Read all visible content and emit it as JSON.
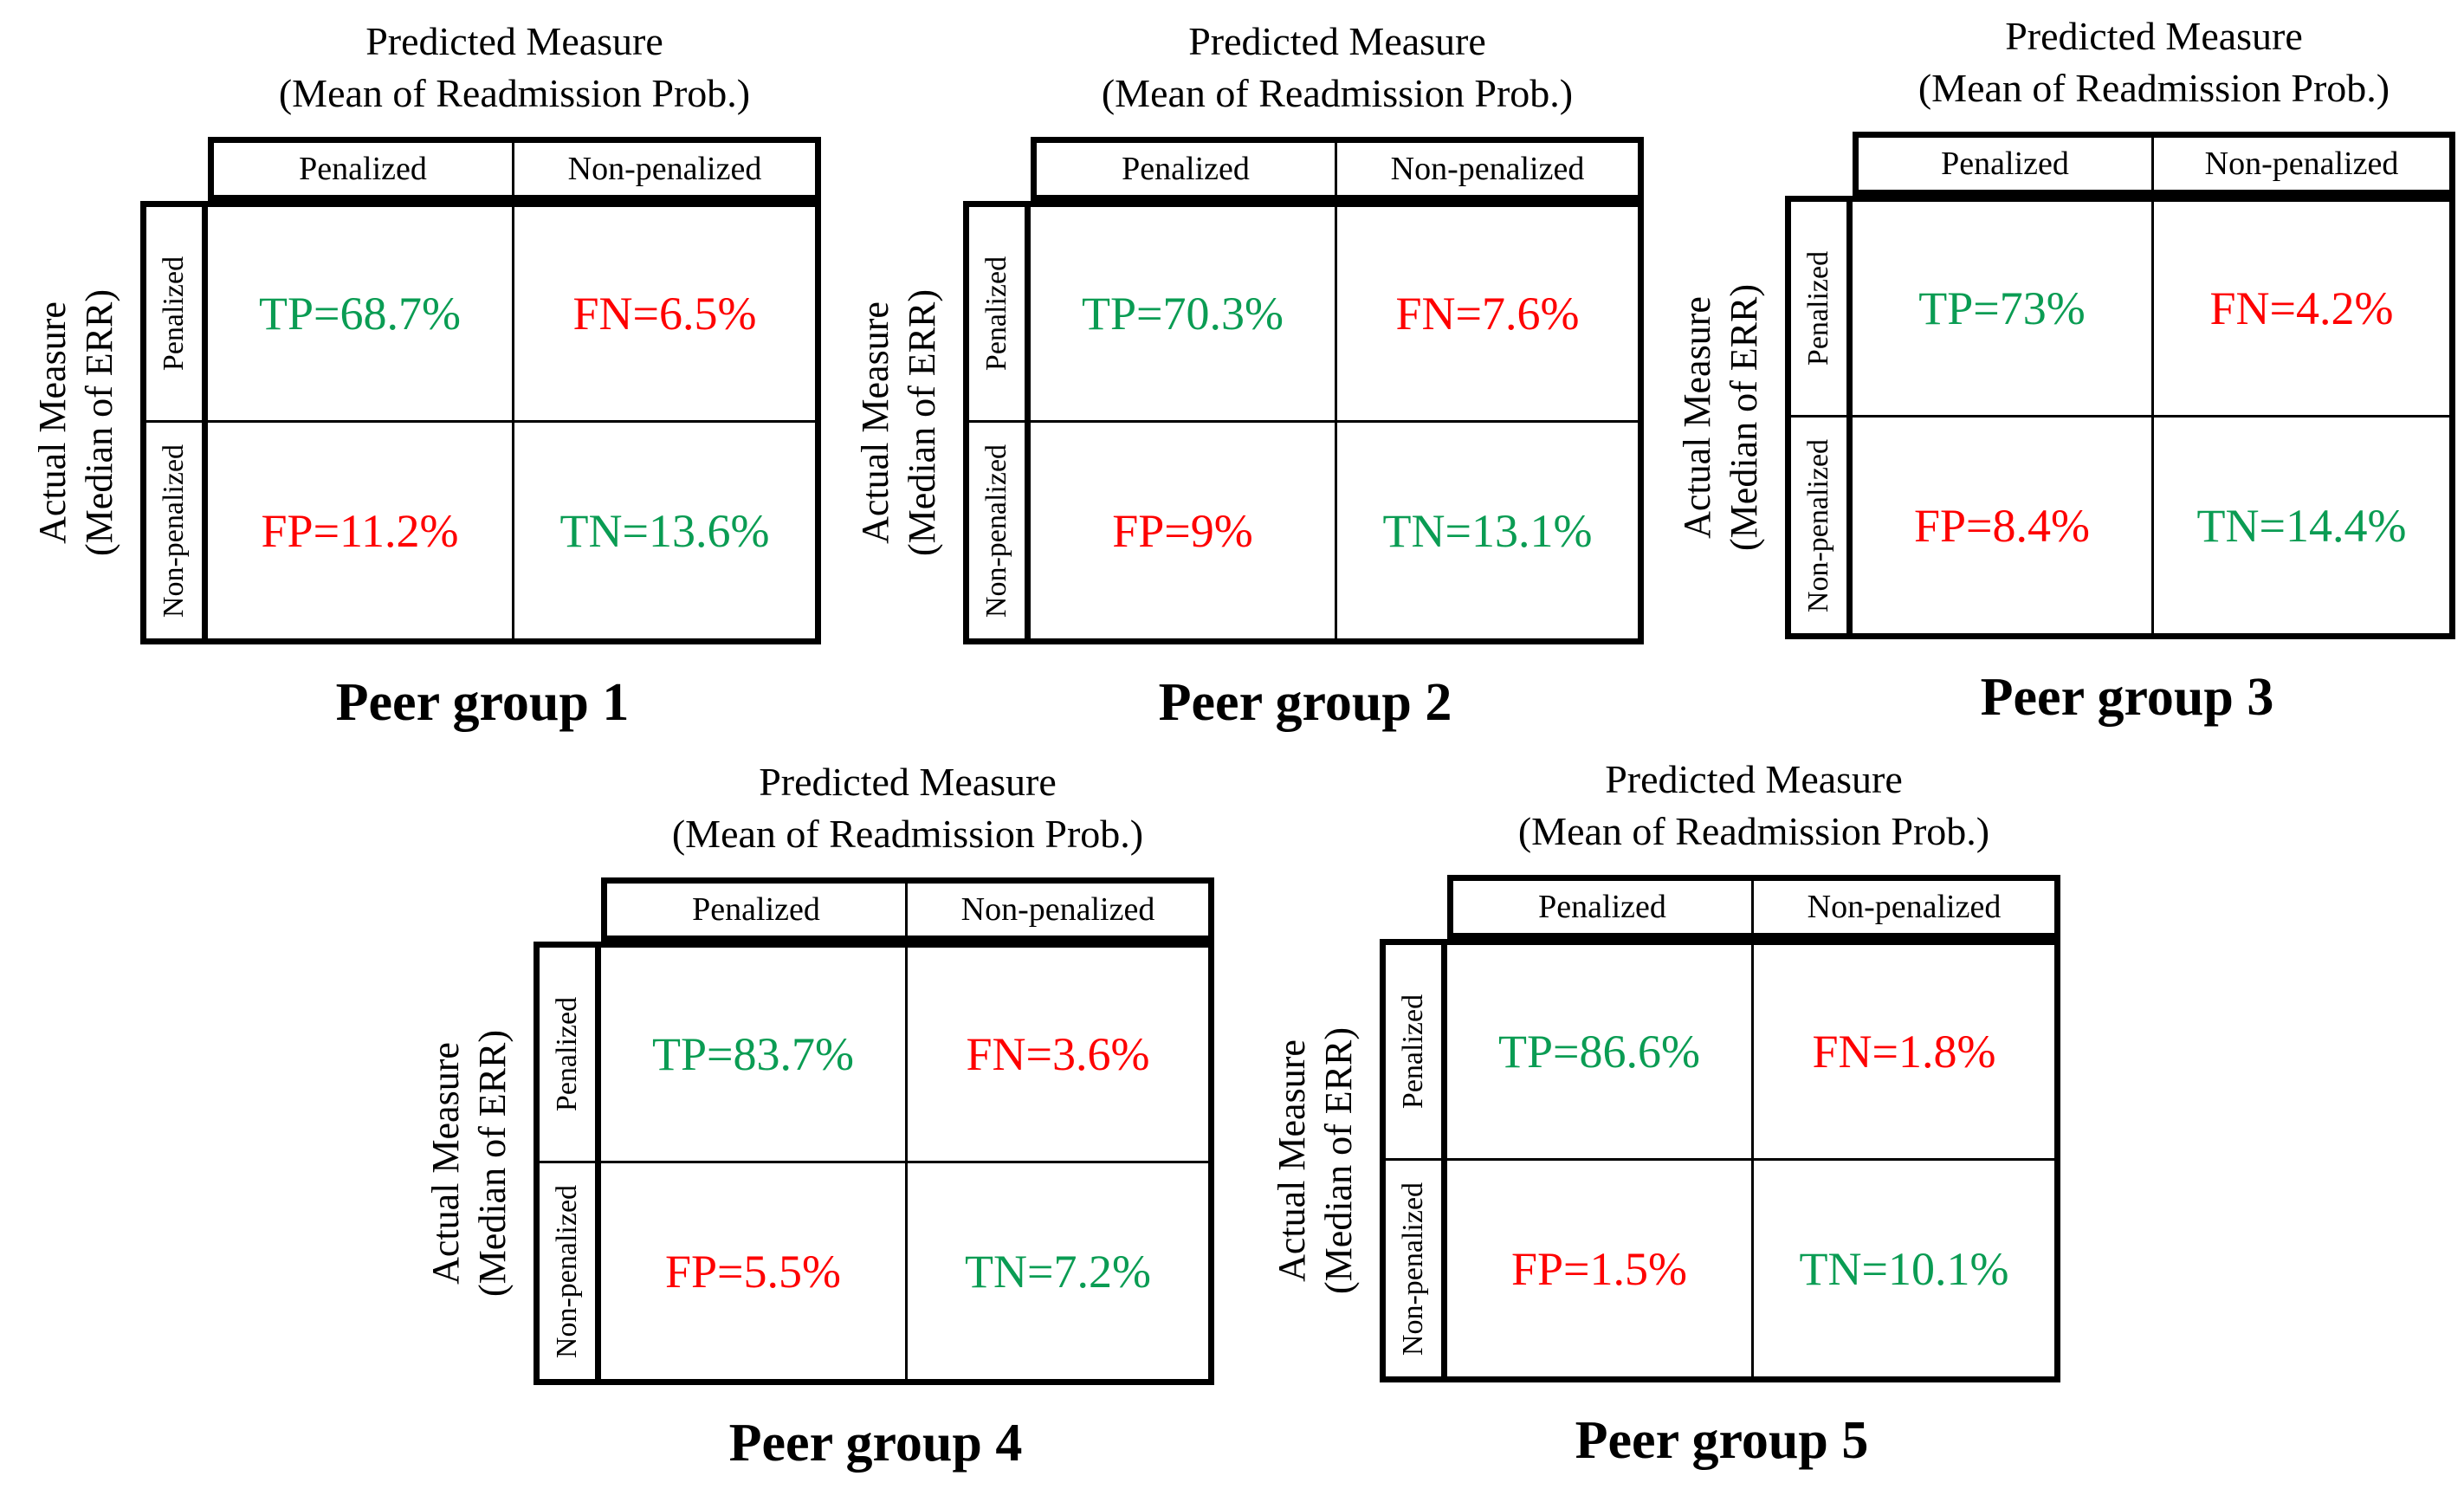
{
  "figure": {
    "predicted_axis": {
      "line1": "Predicted Measure",
      "line2": "(Mean of Readmission Prob.)"
    },
    "actual_axis": {
      "line1": "Actual Measure",
      "line2": "(Median of ERR)"
    },
    "col_headers": {
      "penalized": "Penalized",
      "non_penalized": "Non-penalized"
    },
    "row_headers": {
      "penalized": "Penalized",
      "non_penalized": "Non-penalized"
    }
  },
  "colors": {
    "positive_green": "#0a9c53",
    "negative_red": "#fe0000",
    "line_black": "#000000"
  },
  "matrices": [
    {
      "caption": "Peer group 1",
      "cells": {
        "tp": "TP=68.7%",
        "fn": "FN=6.5%",
        "fp": "FP=11.2%",
        "tn": "TN=13.6%"
      }
    },
    {
      "caption": "Peer group 2",
      "cells": {
        "tp": "TP=70.3%",
        "fn": "FN=7.6%",
        "fp": "FP=9%",
        "tn": "TN=13.1%"
      }
    },
    {
      "caption": "Peer group 3",
      "cells": {
        "tp": "TP=73%",
        "fn": "FN=4.2%",
        "fp": "FP=8.4%",
        "tn": "TN=14.4%"
      }
    },
    {
      "caption": "Peer group 4",
      "cells": {
        "tp": "TP=83.7%",
        "fn": "FN=3.6%",
        "fp": "FP=5.5%",
        "tn": "TN=7.2%"
      }
    },
    {
      "caption": "Peer group 5",
      "cells": {
        "tp": "TP=86.6%",
        "fn": "FN=1.8%",
        "fp": "FP=1.5%",
        "tn": "TN=10.1%"
      }
    }
  ],
  "chart_data": {
    "type": "table",
    "x_axis_label": "Predicted Measure (Mean of Readmission Prob.)",
    "y_axis_label": "Actual Measure (Median of ERR)",
    "classes": [
      "Penalized",
      "Non-penalized"
    ],
    "units": "percent",
    "groups": [
      {
        "name": "Peer group 1",
        "TP": 68.7,
        "FN": 6.5,
        "FP": 11.2,
        "TN": 13.6
      },
      {
        "name": "Peer group 2",
        "TP": 70.3,
        "FN": 7.6,
        "FP": 9.0,
        "TN": 13.1
      },
      {
        "name": "Peer group 3",
        "TP": 73.0,
        "FN": 4.2,
        "FP": 8.4,
        "TN": 14.4
      },
      {
        "name": "Peer group 4",
        "TP": 83.7,
        "FN": 3.6,
        "FP": 5.5,
        "TN": 7.2
      },
      {
        "name": "Peer group 5",
        "TP": 86.6,
        "FN": 1.8,
        "FP": 1.5,
        "TN": 10.1
      }
    ]
  }
}
